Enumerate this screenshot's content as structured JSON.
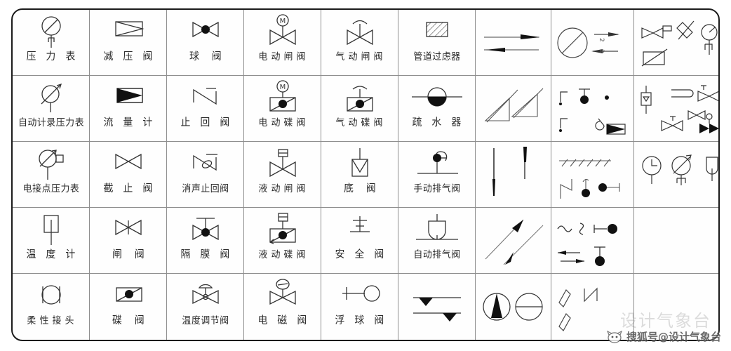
{
  "document": {
    "title": "暖通给排水阀门图例符号表",
    "type": "symbol-legend-table",
    "rows": 5,
    "columns": 9,
    "border_color": "#1b1b1b",
    "grid_line_color": "#8e8e8e",
    "text_color": "#2a2a2a"
  },
  "table": {
    "rows": [
      {
        "cells": [
          {
            "label": "压 力 表",
            "symbol": "pressure-gauge-icon"
          },
          {
            "label": "减 压 阀",
            "symbol": "pressure-reducing-valve-icon"
          },
          {
            "label": "球    阀",
            "symbol": "ball-valve-icon"
          },
          {
            "label": "电 动 闸 阀",
            "symbol": "motorized-gate-valve-icon"
          },
          {
            "label": "气 动 闸 阀",
            "symbol": "pneumatic-gate-valve-icon"
          },
          {
            "label": "管道过虑器",
            "symbol": "pipeline-strainer-icon"
          },
          {
            "label": "",
            "symbol": "flow-direction-arrows-icon"
          },
          {
            "label": "",
            "symbol": "circle-diagonal-flow-icon"
          },
          {
            "label": "",
            "symbol": "misc-symbols-group-1-icon"
          }
        ]
      },
      {
        "cells": [
          {
            "label": "自动计录压力表",
            "symbol": "recording-pressure-gauge-icon"
          },
          {
            "label": "流 量 计",
            "symbol": "flow-meter-icon"
          },
          {
            "label": "止 回 阀",
            "symbol": "check-valve-icon"
          },
          {
            "label": "电 动 碟 阀",
            "symbol": "motorized-butterfly-valve-icon"
          },
          {
            "label": "气 动 碟 阀",
            "symbol": "pneumatic-butterfly-valve-icon"
          },
          {
            "label": "疏 水  器",
            "symbol": "steam-trap-icon"
          },
          {
            "label": "",
            "symbol": "diagonal-triangles-icon"
          },
          {
            "label": "",
            "symbol": "misc-symbols-group-2-icon"
          },
          {
            "label": "",
            "symbol": "misc-symbols-group-3-icon"
          }
        ]
      },
      {
        "cells": [
          {
            "label": "电接点压力表",
            "symbol": "electric-contact-pressure-gauge-icon"
          },
          {
            "label": "截 止 阀",
            "symbol": "globe-valve-icon"
          },
          {
            "label": "消声止回阀",
            "symbol": "silent-check-valve-icon"
          },
          {
            "label": "液 动 闸 阀",
            "symbol": "hydraulic-gate-valve-icon"
          },
          {
            "label": "底    阀",
            "symbol": "foot-valve-icon"
          },
          {
            "label": "手动排气阀",
            "symbol": "manual-air-vent-icon"
          },
          {
            "label": "",
            "symbol": "vertical-strokes-icon"
          },
          {
            "label": "",
            "symbol": "hatched-ground-symbols-icon"
          },
          {
            "label": "",
            "symbol": "misc-symbols-group-4-icon"
          }
        ]
      },
      {
        "cells": [
          {
            "label": "温 度 计",
            "symbol": "thermometer-icon"
          },
          {
            "label": "闸    阀",
            "symbol": "gate-valve-icon"
          },
          {
            "label": "隔 膜 阀",
            "symbol": "diaphragm-valve-icon"
          },
          {
            "label": "液 动 碟 阀",
            "symbol": "hydraulic-butterfly-valve-icon"
          },
          {
            "label": "安 全 阀",
            "symbol": "safety-relief-valve-icon"
          },
          {
            "label": "自动排气阀",
            "symbol": "automatic-air-vent-icon"
          },
          {
            "label": "",
            "symbol": "diagonal-flow-arrows-icon"
          },
          {
            "label": "",
            "symbol": "misc-symbols-group-5-icon"
          },
          {
            "label": "",
            "symbol": "empty-cell"
          }
        ]
      },
      {
        "cells": [
          {
            "label": "柔 性 接 头",
            "symbol": "flexible-joint-icon"
          },
          {
            "label": "碟    阀",
            "symbol": "butterfly-valve-icon"
          },
          {
            "label": "温度调节阀",
            "symbol": "temperature-control-valve-icon"
          },
          {
            "label": "电 磁 阀",
            "symbol": "solenoid-valve-icon"
          },
          {
            "label": "浮 球 阀",
            "symbol": "float-ball-valve-icon"
          },
          {
            "label": "",
            "symbol": "water-level-symbols-icon"
          },
          {
            "label": "",
            "symbol": "half-filled-circles-icon"
          },
          {
            "label": "",
            "symbol": "misc-symbols-group-6-icon"
          },
          {
            "label": "",
            "symbol": "empty-cell"
          }
        ]
      }
    ]
  },
  "watermark": {
    "primary": "搜狐号@设计气象台",
    "ghost": "设计气象台",
    "icon": "sohu-fox-icon"
  }
}
